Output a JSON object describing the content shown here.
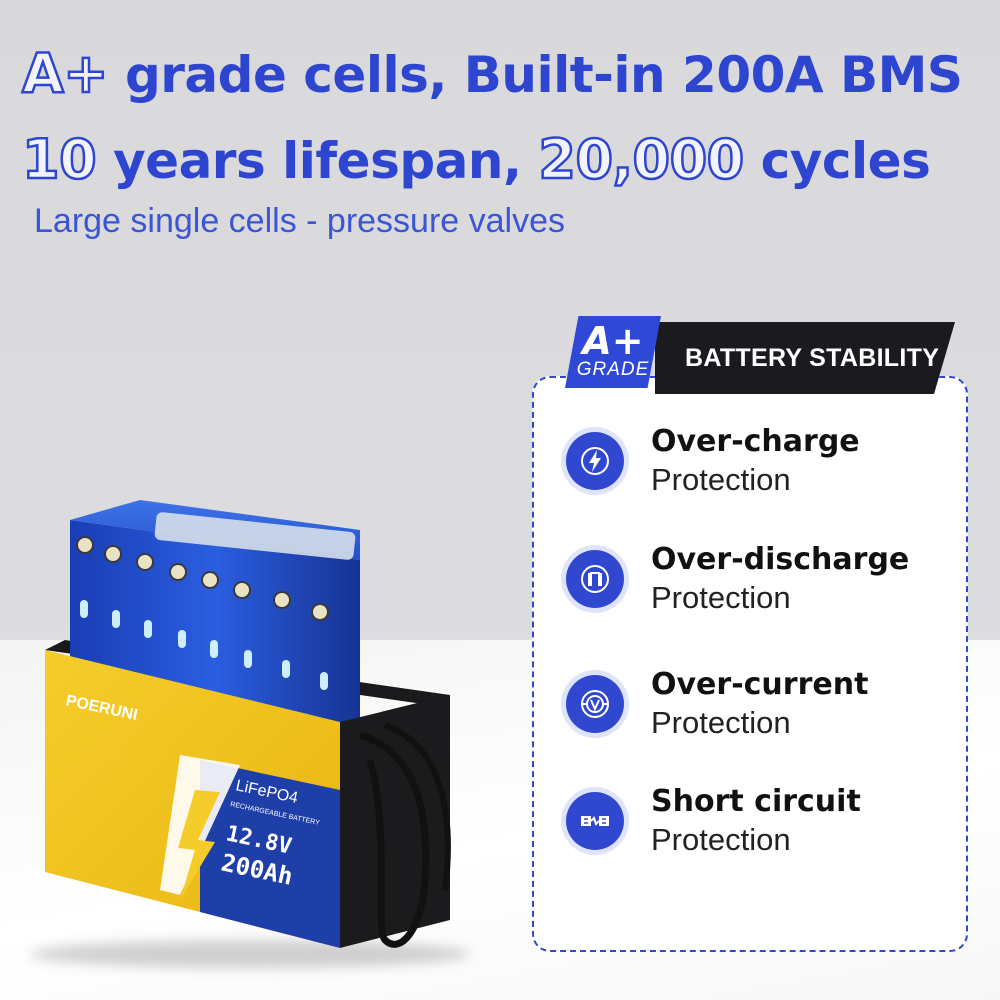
{
  "headline": {
    "line1_badge": "A+",
    "line1_text": "grade cells, Built-in 200A BMS",
    "line2_num1": "10",
    "line2_mid": " years lifespan, ",
    "line2_num2": "20,000",
    "line2_end": " cycles",
    "subtitle": "Large single cells - pressure valves"
  },
  "panel": {
    "tag_main": "A+",
    "tag_sub": "GRADE",
    "title": "BATTERY STABILITY",
    "features": [
      {
        "title": "Over-charge",
        "sub": "Protection",
        "icon": "lightning-bolt-icon"
      },
      {
        "title": "Over-discharge",
        "sub": "Protection",
        "icon": "battery-cells-icon"
      },
      {
        "title": "Over-current",
        "sub": "Protection",
        "icon": "voltmeter-icon"
      },
      {
        "title": "Short circuit",
        "sub": "Protection",
        "icon": "short-circuit-icon"
      }
    ]
  },
  "battery": {
    "brand": "POERUNI",
    "chemistry": "LiFePO4",
    "type": "RECHARGEABLE BATTERY",
    "voltage": "12.8V",
    "capacity": "200Ah"
  },
  "colors": {
    "brand_blue": "#2e46cf",
    "dark_bar": "#1b1b1f",
    "battery_yellow": "#f2c21b",
    "cell_blue": "#1f4fc9"
  }
}
